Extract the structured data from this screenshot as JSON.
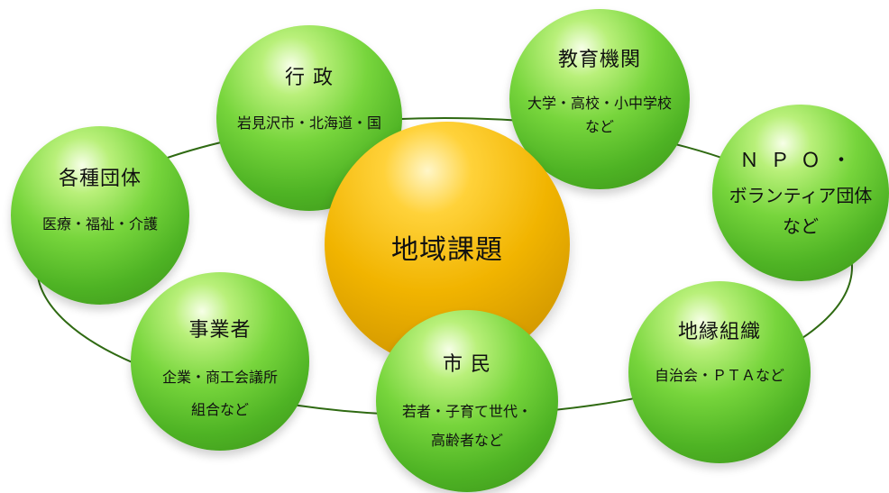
{
  "center": {
    "label": "地域課題"
  },
  "nodes": {
    "gyosei": {
      "title": "行 政",
      "sub": [
        "岩見沢市・北海道・国"
      ]
    },
    "kyoiku": {
      "title": "教育機関",
      "sub": [
        "大学・高校・小中学校",
        "など"
      ]
    },
    "npo": {
      "title": "ＮＰＯ・",
      "sub": [
        "ボランティア団体",
        "など"
      ]
    },
    "kakushu": {
      "title": "各種団体",
      "sub": [
        "医療・福祉・介護"
      ]
    },
    "jigyo": {
      "title": "事業者",
      "sub": [
        "企業・商工会議所",
        "組合など"
      ]
    },
    "shimin": {
      "title": "市 民",
      "sub": [
        "若者・子育て世代・",
        "高齢者など"
      ]
    },
    "chien": {
      "title": "地縁組織",
      "sub": [
        "自治会・ＰＴＡなど"
      ]
    }
  },
  "colors": {
    "node": "#6cc93a",
    "center": "#f1b400",
    "ring": "#2f6a12"
  }
}
